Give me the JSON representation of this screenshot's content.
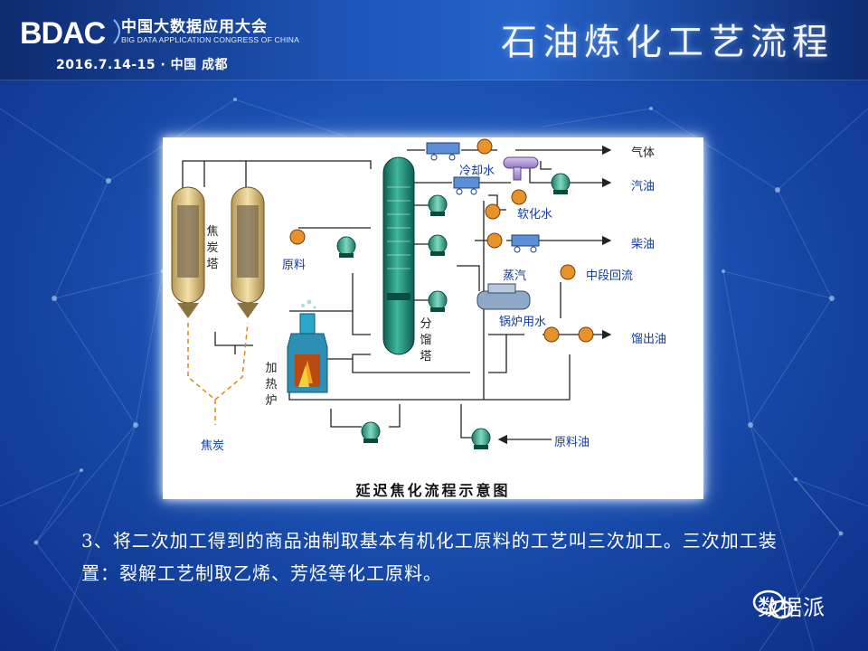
{
  "conference": {
    "logo_text": "BDAC",
    "name_cn": "中国大数据应用大会",
    "name_en": "BIG DATA APPLICATION CONGRESS OF CHINA",
    "date_place": "2016.7.14-15 · 中国 成都"
  },
  "slide_title": "石油炼化工艺流程",
  "diagram": {
    "caption": "延迟焦化流程示意图",
    "labels": {
      "gas": "气体",
      "cooling_water": "冷却水",
      "gasoline": "汽油",
      "soft_water": "软化水",
      "diesel": "柴油",
      "feed": "原料",
      "coke_tower": "焦炭塔",
      "steam": "蒸汽",
      "mid_reflux": "中段回流",
      "frac_tower": "分馏塔",
      "boiler_water": "锅炉用水",
      "distillate": "馏出油",
      "furnace": "加热炉",
      "coke": "焦炭",
      "feed_oil": "原料油"
    }
  },
  "body_text": "3、将二次加工得到的商品油制取基本有机化工原料的工艺叫三次加工。三次加工装置：裂解工艺制取乙烯、芳烃等化工原料。",
  "watermark": "数据派"
}
